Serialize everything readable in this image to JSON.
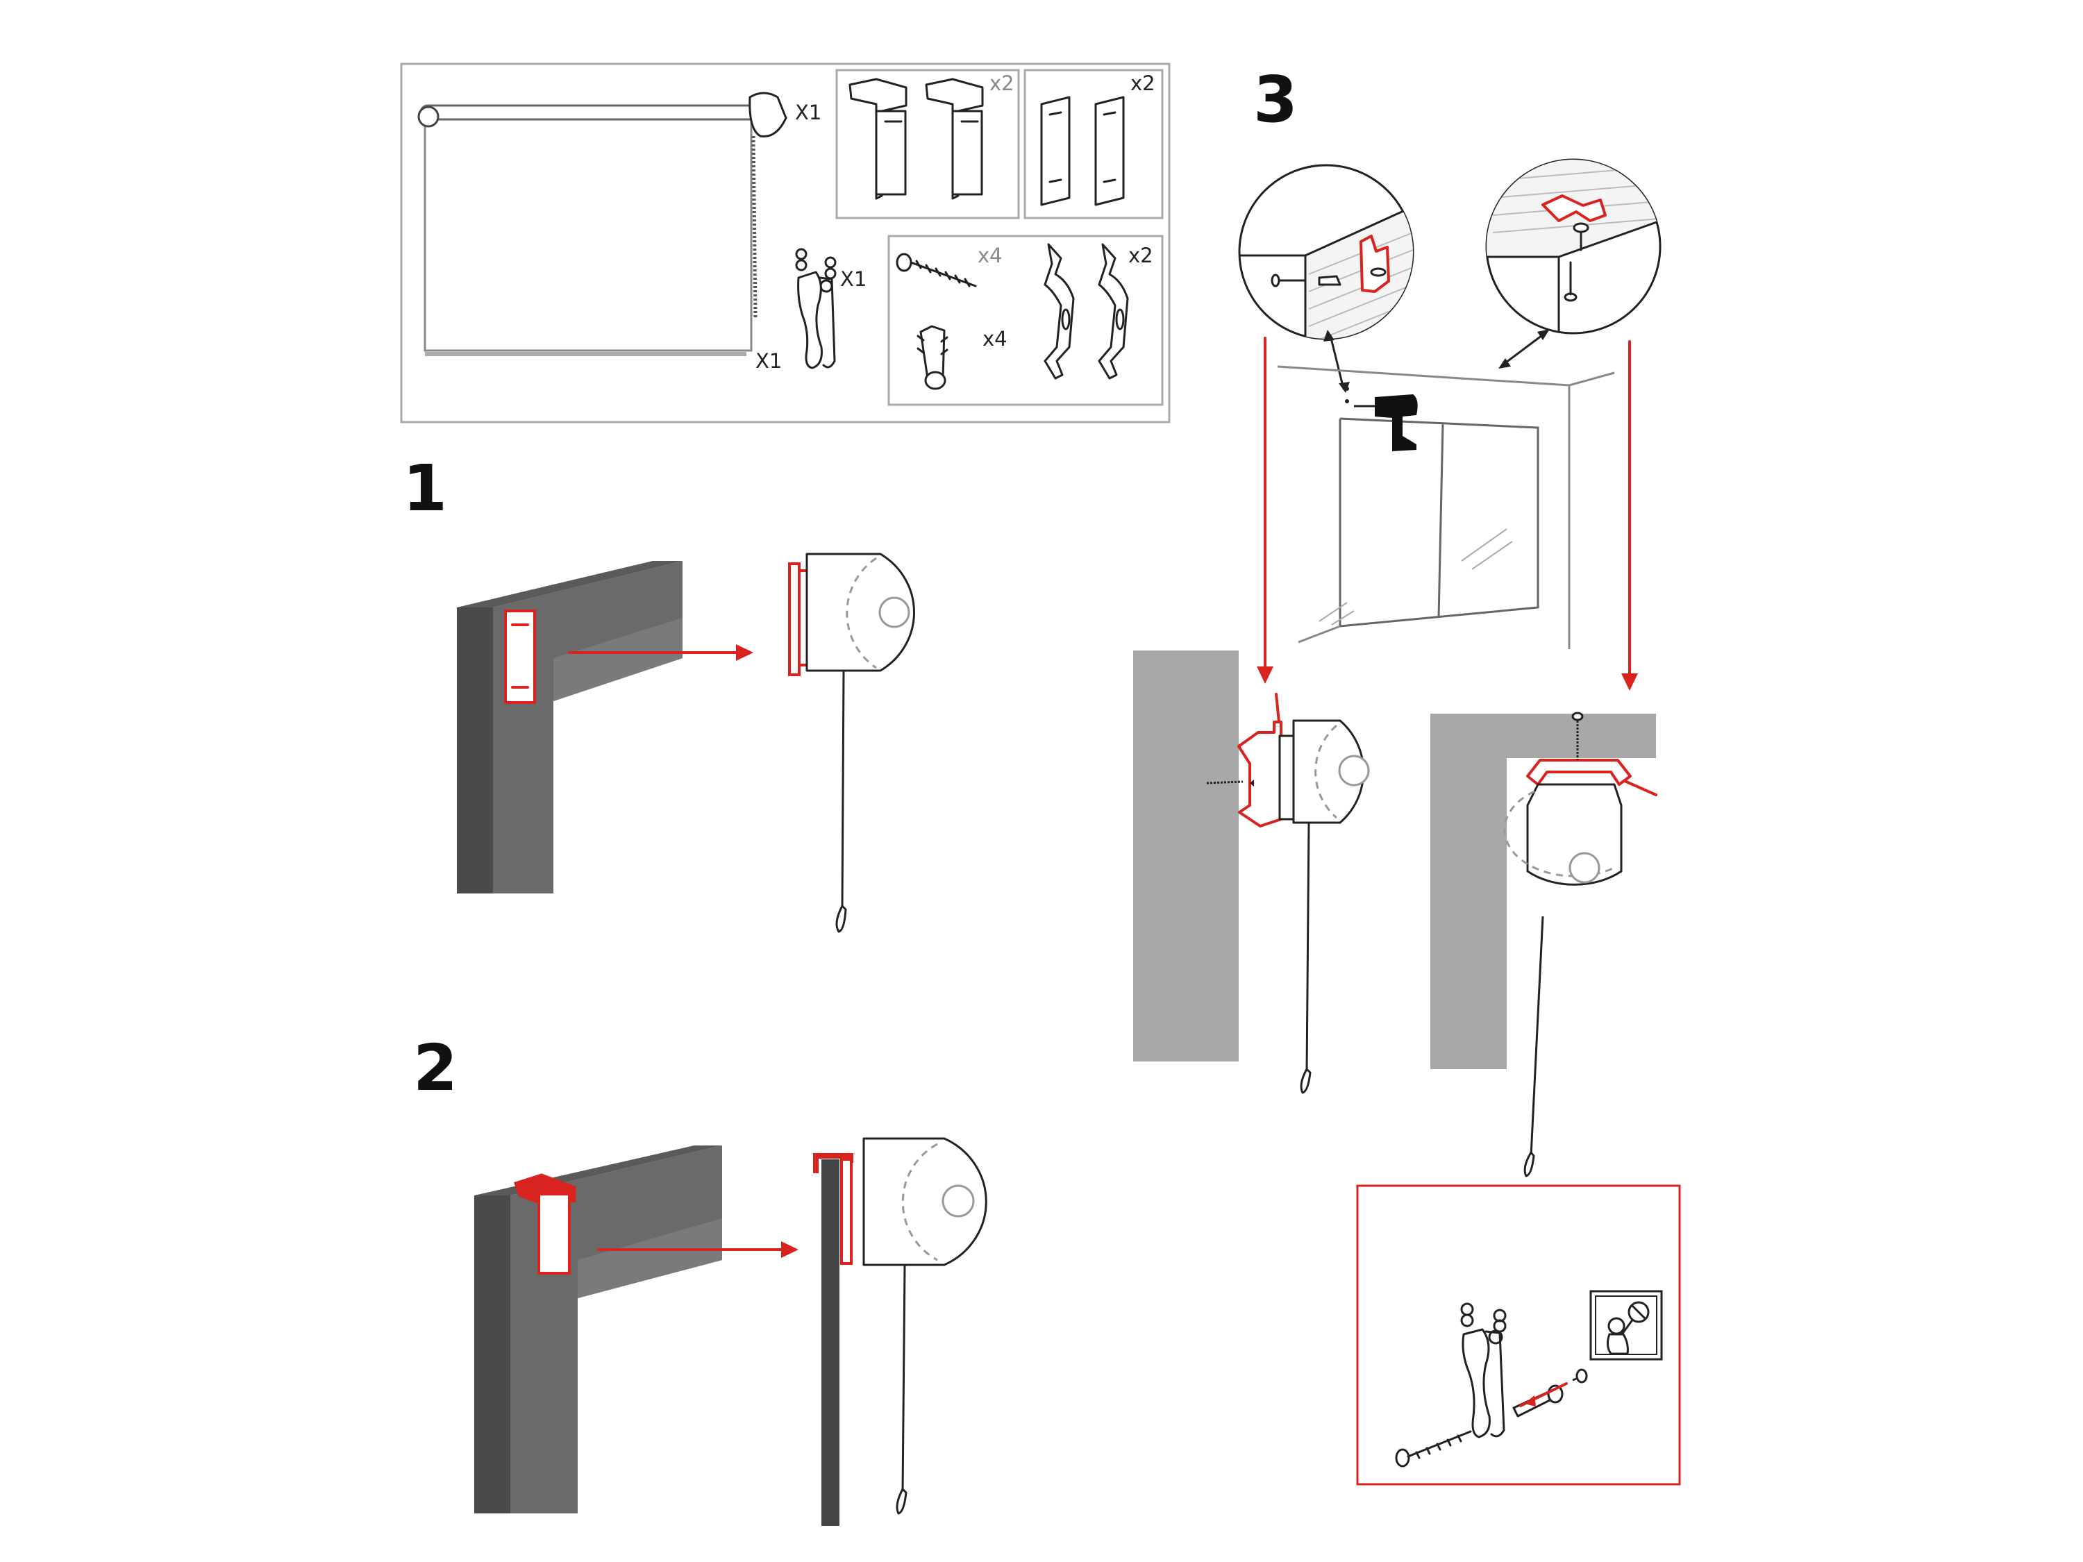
{
  "parts": {
    "blind_qty": "X1",
    "bottom_bar_qty": "X1",
    "chain_safety_qty": "X1",
    "top_clip_qty": "x2",
    "stick_plate_qty": "x2",
    "screw_qty": "x4",
    "plug_qty": "x4",
    "bracket_qty": "x2"
  },
  "steps": {
    "step1": "1",
    "step2": "2",
    "step3": "3"
  },
  "colors": {
    "accent": "#d9231f",
    "frame_dark": "#4a4a4a",
    "frame_mid": "#666666",
    "frame_top": "#8a8a8a",
    "wall_light": "#a8a8a8"
  },
  "icons": [
    "blind-icon",
    "top-clip-icon",
    "stick-plate-icon",
    "screw-icon",
    "wall-plug-icon",
    "bracket-icon",
    "chain-safety-icon",
    "drill-icon",
    "child-safety-icon"
  ]
}
